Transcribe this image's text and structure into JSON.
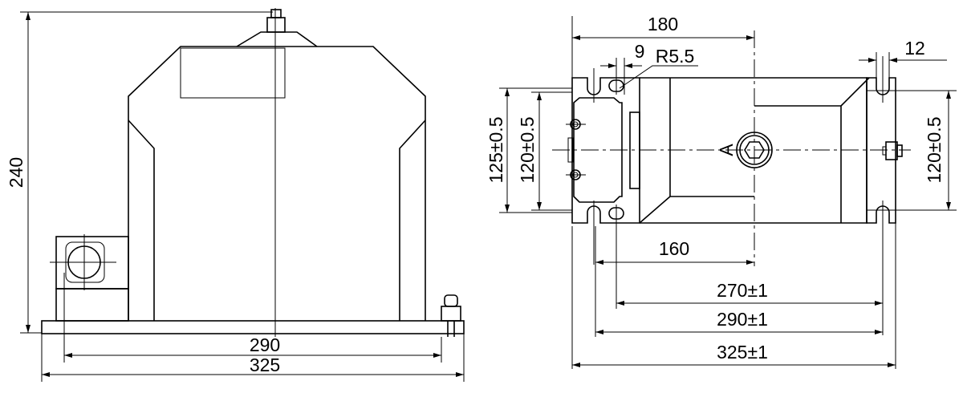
{
  "front_view": {
    "dim_height": "240",
    "dim_mounting_width": "290",
    "dim_overall_width": "325"
  },
  "side_view": {
    "dim_180": "180",
    "dim_slot_width": "9",
    "dim_radius": "R5.5",
    "dim_flange": "12",
    "dim_125": "125±0.5",
    "dim_120_left": "120±0.5",
    "dim_120_right": "120±0.5",
    "section_label": "A",
    "dim_160": "160",
    "dim_270": "270±1",
    "dim_290": "290±1",
    "dim_325": "325±1"
  }
}
